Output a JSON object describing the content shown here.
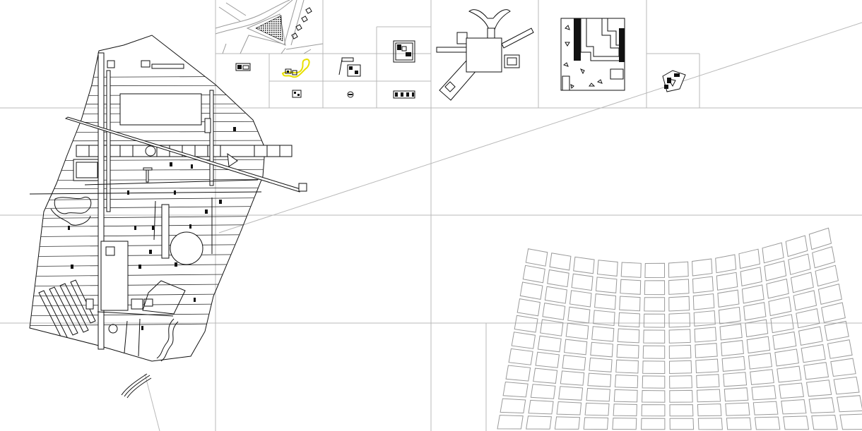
{
  "canvas": {
    "background": "#ffffff",
    "grid_color": "#b9b9b9",
    "ink_color": "#111111",
    "highlight_color": "#e8e000"
  },
  "panels": [
    {
      "name": "master-plan-sheet",
      "icon": "site-plan-icon"
    },
    {
      "name": "city-map-vignette",
      "icon": "map-icon"
    },
    {
      "name": "thumbnail-building-plans",
      "icon": "floor-plan-icon"
    },
    {
      "name": "pavilion-plan-detail",
      "icon": "building-plan-icon"
    },
    {
      "name": "courtyard-plan-detail",
      "icon": "building-plan-icon"
    },
    {
      "name": "small-object-detail",
      "icon": "object-icon"
    },
    {
      "name": "warped-street-grid",
      "icon": "grid-icon"
    }
  ]
}
